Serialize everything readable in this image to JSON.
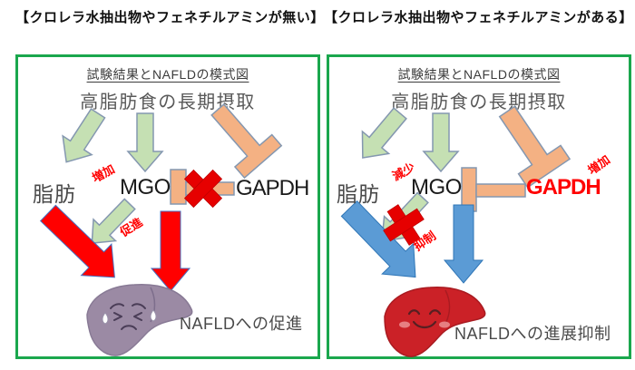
{
  "colors": {
    "panel_border": "#1aa74d",
    "green_arrow": "#c5e0b3",
    "orange_connector": "#f4b183",
    "red_arrow": "#ff0000",
    "blue_arrow": "#5b9bd5",
    "cross_red": "#e60000",
    "annotation_red": "#ff0000",
    "sad_liver": "#9b8aa4",
    "healthy_liver": "#cb2127"
  },
  "panels": [
    {
      "header": "【クロレラ水抽出物やフェネチルアミンが無い】",
      "title": "試験結果とNAFLDの模式図",
      "subtitle": "高脂肪食の長期摂取",
      "fat": "脂肪",
      "mgo": "MGO",
      "gapdh": "GAPDH",
      "mgo_change": "増加",
      "pathway_note": "促進",
      "result": "NAFLDへの促進",
      "liver_icon": "sad-purple-liver"
    },
    {
      "header": "【クロレラ水抽出物やフェネチルアミンがある】",
      "title": "試験結果とNAFLDの模式図",
      "subtitle": "高脂肪食の長期摂取",
      "fat": "脂肪",
      "mgo": "MGO",
      "gapdh": "GAPDH",
      "mgo_change": "減少",
      "gapdh_change": "増加",
      "pathway_note": "抑制",
      "result": "NAFLDへの進展抑制",
      "liver_icon": "happy-red-liver"
    }
  ]
}
